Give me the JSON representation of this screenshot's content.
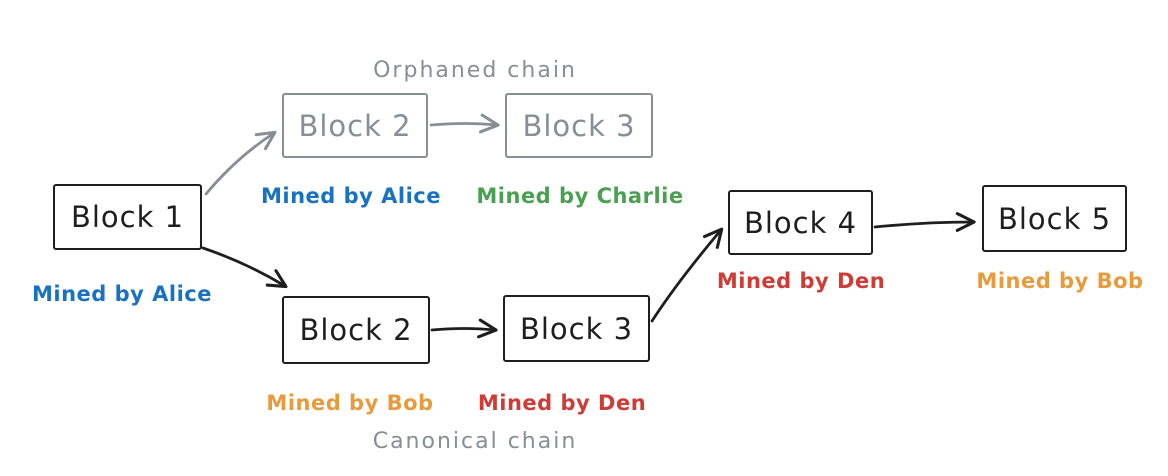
{
  "colors": {
    "ink": "#1e1e1e",
    "gray": "#868e96",
    "blue": "#1971c2",
    "green": "#4aa050",
    "orange": "#e89b3c",
    "red": "#cf3b35",
    "canvas": "#ffffff"
  },
  "labels": {
    "orphaned_chain": "Orphaned chain",
    "canonical_chain": "Canonical chain"
  },
  "blocks": {
    "block1": {
      "label": "Block 1",
      "caption": "Mined by Alice",
      "caption_color": "#1971c2"
    },
    "orphan_block2": {
      "label": "Block 2",
      "caption": "Mined by Alice",
      "caption_color": "#1971c2"
    },
    "orphan_block3": {
      "label": "Block 3",
      "caption": "Mined by Charlie",
      "caption_color": "#4aa050"
    },
    "canonical_block2": {
      "label": "Block 2",
      "caption": "Mined by Bob",
      "caption_color": "#e89b3c"
    },
    "canonical_block3": {
      "label": "Block 3",
      "caption": "Mined by Den",
      "caption_color": "#cf3b35"
    },
    "block4": {
      "label": "Block 4",
      "caption": "Mined by Den",
      "caption_color": "#cf3b35"
    },
    "block5": {
      "label": "Block 5",
      "caption": "Mined by Bob",
      "caption_color": "#e89b3c"
    }
  }
}
